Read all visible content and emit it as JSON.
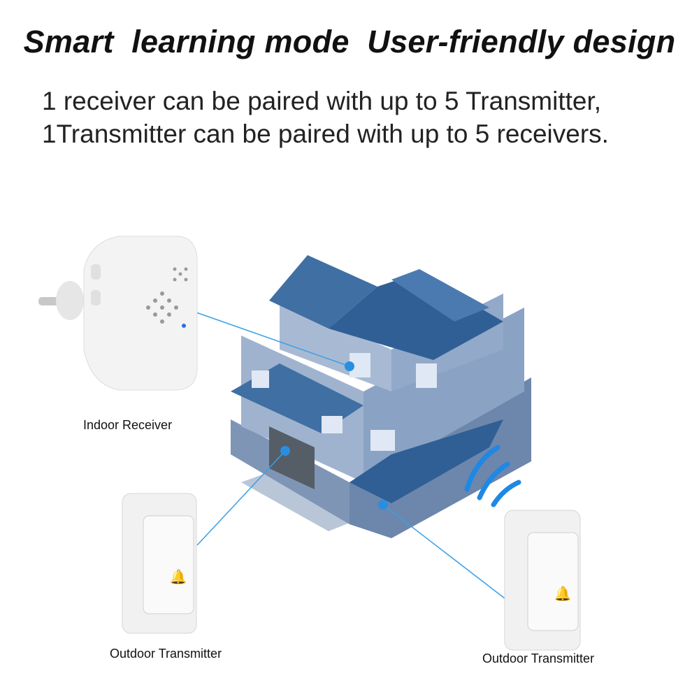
{
  "header": {
    "title": "Smart  learning mode  User-friendly design",
    "line1": "1 receiver can be paired with up to 5 Transmitter,",
    "line2": "1Transmitter can be paired with up to 5 receivers."
  },
  "labels": {
    "receiver": "Indoor Receiver",
    "transmitter_left": "Outdoor Transmitter",
    "transmitter_right": "Outdoor Transmitter"
  },
  "colors": {
    "link": "#3aa0e8",
    "wave": "#1e88e5",
    "roof": "#3f6fa3",
    "wall": "#8fa8c8"
  }
}
